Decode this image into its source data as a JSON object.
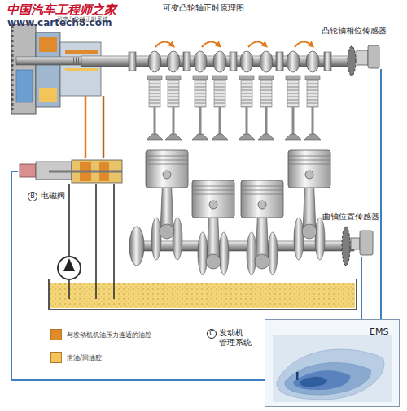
{
  "diagram": {
    "title": "可变凸轮轴正时原理图",
    "nodes": [
      {
        "text": [
          "可变凸轮轴正时系统"
        ]
      },
      {
        "text": [
          "凸轮轴相位传感器"
        ]
      },
      {
        "text": [
          "B",
          "电磁阀"
        ]
      },
      {
        "text": [
          "曲轴位置传感器"
        ]
      },
      {
        "text": [
          "C",
          "发动机 管理系统",
          "EMS"
        ]
      }
    ],
    "edges": [
      {
        "from": 4,
        "to": 1,
        "arrow": "none"
      },
      {
        "from": 4,
        "to": 3,
        "arrow": "none"
      },
      {
        "from": 4,
        "to": 2,
        "arrow": "none"
      },
      {
        "from": 2,
        "to": 0,
        "arrow": "none"
      },
      {
        "from": 2,
        "to": 0,
        "arrow": "none"
      }
    ],
    "labels": [
      "中国汽车工程师之家",
      "www.cartech8.com"
    ],
    "legend": [
      {
        "text": "与发动机机油压力连通的油腔",
        "color": "#e0892b"
      },
      {
        "text": "泄油/回油腔",
        "color": "#f2c45a"
      }
    ]
  }
}
